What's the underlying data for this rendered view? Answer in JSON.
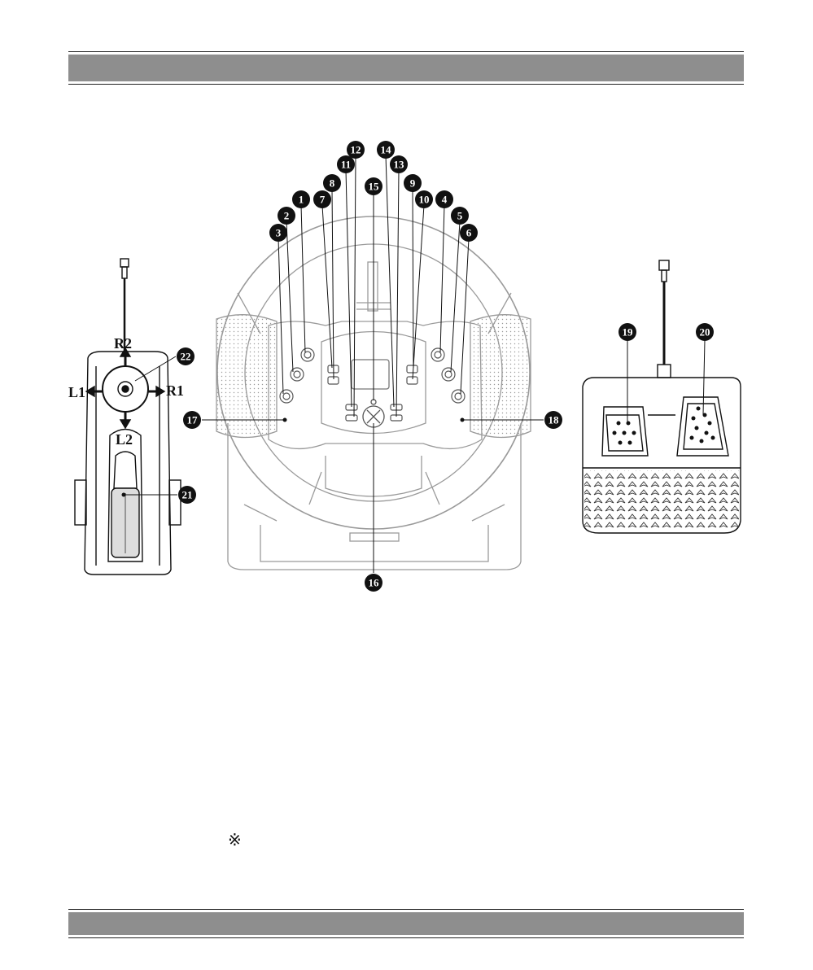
{
  "header_band": {
    "color": "#8e8e8e"
  },
  "footer_band": {
    "color": "#8e8e8e"
  },
  "callouts": [
    "1",
    "2",
    "3",
    "4",
    "5",
    "6",
    "7",
    "8",
    "9",
    "10",
    "11",
    "12",
    "13",
    "14",
    "15",
    "16",
    "17",
    "18",
    "19",
    "20",
    "21",
    "22"
  ],
  "direction_labels": {
    "up": "R2",
    "down": "L2",
    "left": "L1",
    "right": "R1"
  },
  "note_symbol": "※"
}
